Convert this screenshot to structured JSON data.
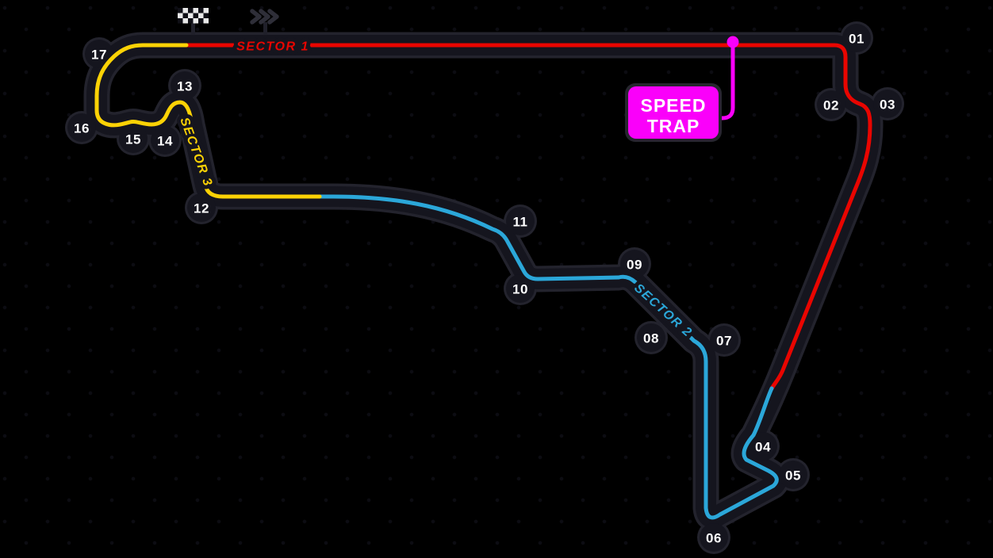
{
  "colors": {
    "background": "#000000",
    "track_casing": "#15151e",
    "track_rim": "#23232d",
    "corner_text": "#ffffff",
    "flag_white": "#e9e9e9",
    "flag_dark": "#0f0f16",
    "chevron_gray": "#2e2e38"
  },
  "sectors": [
    {
      "label": "SECTOR 1",
      "color": "#e90500"
    },
    {
      "label": "SECTOR 2",
      "color": "#2ba7d9"
    },
    {
      "label": "SECTOR 3",
      "color": "#fcd205"
    }
  ],
  "corners": [
    {
      "label": "01"
    },
    {
      "label": "02"
    },
    {
      "label": "03"
    },
    {
      "label": "04"
    },
    {
      "label": "05"
    },
    {
      "label": "06"
    },
    {
      "label": "07"
    },
    {
      "label": "08"
    },
    {
      "label": "09"
    },
    {
      "label": "10"
    },
    {
      "label": "11"
    },
    {
      "label": "12"
    },
    {
      "label": "13"
    },
    {
      "label": "14"
    },
    {
      "label": "15"
    },
    {
      "label": "16"
    },
    {
      "label": "17"
    }
  ],
  "speed_trap": {
    "line1": "SPEED",
    "line2": "TRAP",
    "box_color": "#fa00fa",
    "text_color": "#ffffff"
  },
  "icons": {
    "start_finish": "checkered-flag-icon",
    "direction": "chevrons-right-icon"
  }
}
